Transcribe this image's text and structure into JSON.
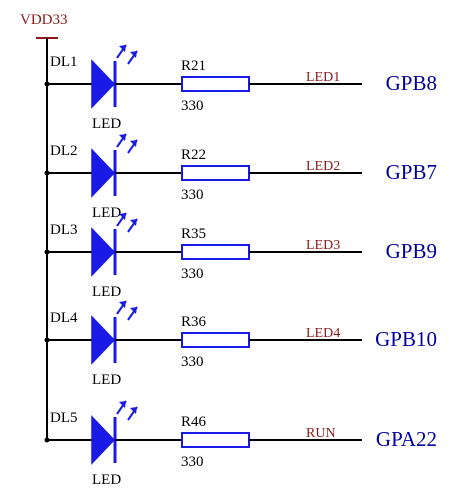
{
  "supply": {
    "label": "VDD33"
  },
  "rows": [
    {
      "designator": "DL1",
      "led_label": "LED",
      "resistor": "R21",
      "value": "330",
      "net": "LED1",
      "port": "GPB8"
    },
    {
      "designator": "DL2",
      "led_label": "LED",
      "resistor": "R22",
      "value": "330",
      "net": "LED2",
      "port": "GPB7"
    },
    {
      "designator": "DL3",
      "led_label": "LED",
      "resistor": "R35",
      "value": "330",
      "net": "LED3",
      "port": "GPB9"
    },
    {
      "designator": "DL4",
      "led_label": "LED",
      "resistor": "R36",
      "value": "330",
      "net": "LED4",
      "port": "GPB10"
    },
    {
      "designator": "DL5",
      "led_label": "LED",
      "resistor": "R46",
      "value": "330",
      "net": "RUN",
      "port": "GPA22"
    }
  ],
  "colors": {
    "wire": "#000000",
    "component": "#1a1ae6",
    "net_label": "#8b1a1a",
    "port_label": "#0000a0"
  },
  "icons": [
    "led-diode-icon",
    "resistor-icon",
    "light-emission-arrows-icon",
    "power-bar-icon"
  ]
}
